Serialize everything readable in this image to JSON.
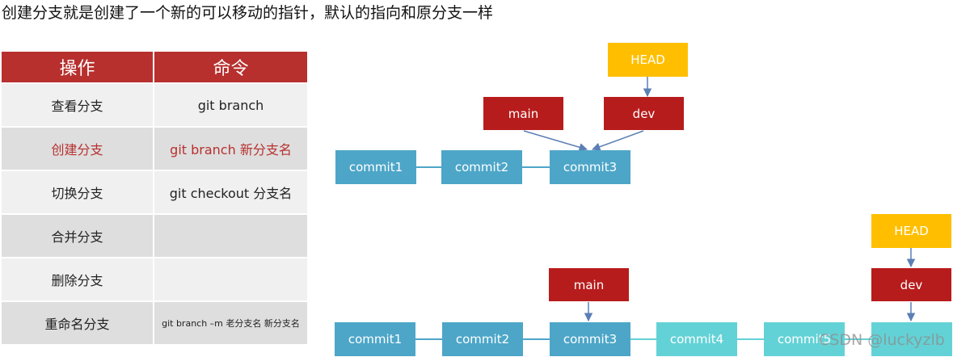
{
  "caption": "创建分支就是创建了一个新的可以移动的指针，默认的指向和原分支一样",
  "table": {
    "headers": [
      "操作",
      "命令"
    ],
    "rows": [
      {
        "op": "查看分支",
        "cmd": "git branch"
      },
      {
        "op": "创建分支",
        "cmd": "git branch 新分支名"
      },
      {
        "op": "切换分支",
        "cmd": "git checkout 分支名"
      },
      {
        "op": "合并分支",
        "cmd": ""
      },
      {
        "op": "删除分支",
        "cmd": ""
      },
      {
        "op": "重命名分支",
        "cmd": "git branch –m 老分支名 新分支名"
      }
    ]
  },
  "diagram_top": {
    "commits": [
      "commit1",
      "commit2",
      "commit3"
    ],
    "head": "HEAD",
    "main": "main",
    "dev": "dev"
  },
  "diagram_bottom": {
    "commits": [
      "commit1",
      "commit2",
      "commit3",
      "commit4",
      "commit5"
    ],
    "head": "HEAD",
    "main": "main",
    "dev": "dev"
  },
  "watermark": "CSDN @luckyzlb",
  "colors": {
    "commit": "#4da6c8",
    "commit_new": "#63d2d6",
    "branch": "#b71c1c",
    "head": "#ffbf00",
    "header": "#b7302e"
  }
}
